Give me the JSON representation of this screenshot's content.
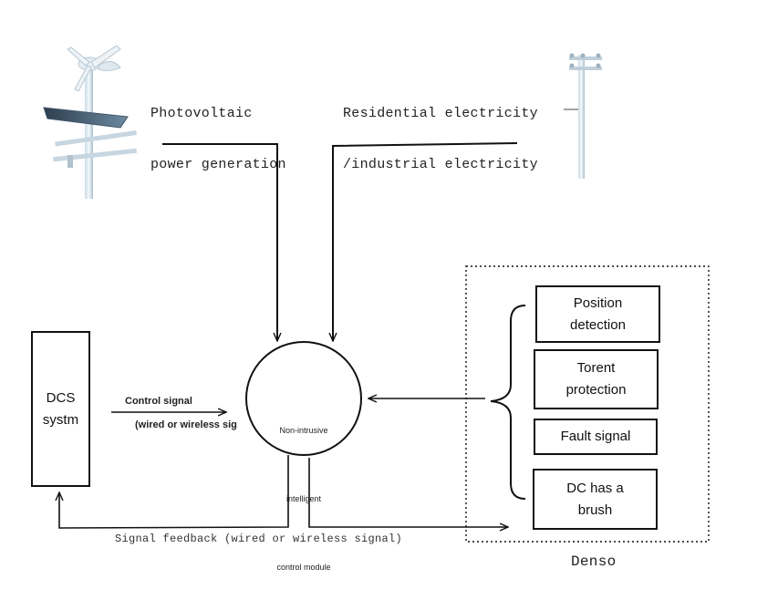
{
  "sources": {
    "pv": {
      "line1": "Photovoltaic",
      "line2": "power generation"
    },
    "grid": {
      "line1": "Residential electricity",
      "line2": "/industrial electricity"
    }
  },
  "dcs": {
    "line1": "DCS",
    "line2": "systm"
  },
  "control": {
    "title": "Control signal",
    "sub": "(wired or wireless sig"
  },
  "module": {
    "line1": "Non-intrusive",
    "line2": "intelligent",
    "line3": "control module"
  },
  "feedback": "Signal feedback (wired or wireless signal)",
  "denso": {
    "label": "Denso",
    "items": [
      {
        "line1": "Position",
        "line2": "detection"
      },
      {
        "line1": "Torent",
        "line2": "protection"
      },
      {
        "line1": "Fault signal",
        "line2": ""
      },
      {
        "line1": "DC has a",
        "line2": "brush"
      }
    ]
  }
}
